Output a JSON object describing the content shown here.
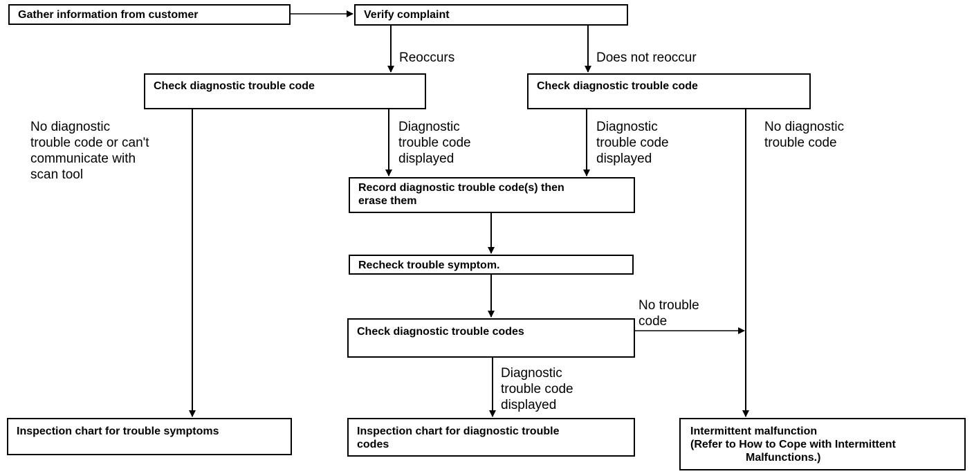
{
  "nodes": {
    "gather": "Gather information from customer",
    "verify": "Verify complaint",
    "check_left": "Check diagnostic trouble code",
    "check_right": "Check diagnostic trouble code",
    "record": [
      "Record diagnostic trouble code(s) then",
      "erase them"
    ],
    "recheck": "Recheck trouble symptom.",
    "check_codes": "Check diagnostic trouble codes",
    "insp_symptoms": "Inspection chart for trouble symptoms",
    "insp_codes": [
      "Inspection chart for diagnostic trouble",
      "codes"
    ],
    "intermittent": [
      "Intermittent malfunction",
      "(Refer to How to Cope with Intermittent",
      "Malfunctions.)"
    ]
  },
  "labels": {
    "reoccurs": "Reoccurs",
    "not_reoccur": "Does not reoccur",
    "no_code_left": [
      "No diagnostic",
      "trouble code or can't",
      "communicate with",
      "scan tool"
    ],
    "code_displayed_left": [
      "Diagnostic",
      "trouble code",
      "displayed"
    ],
    "code_displayed_right": [
      "Diagnostic",
      "trouble code",
      "displayed"
    ],
    "no_code_right": [
      "No diagnostic",
      "trouble code"
    ],
    "no_trouble_code": [
      "No trouble",
      "code"
    ],
    "code_displayed_bottom": [
      "Diagnostic",
      "trouble code",
      "displayed"
    ]
  },
  "colors": {
    "line": "#000000",
    "background": "#ffffff"
  }
}
